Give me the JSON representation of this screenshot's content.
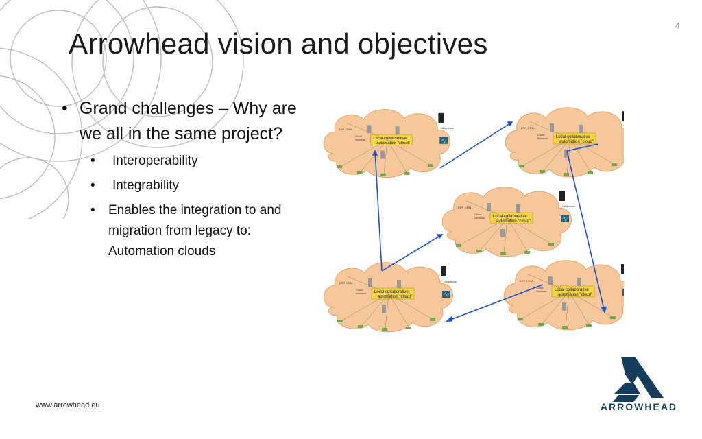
{
  "slide": {
    "page_number": "4",
    "title": "Arrowhead vision and objectives",
    "bullets": {
      "main": "Grand challenges – Why are we all in the same project?",
      "sub1": "Interoperability",
      "sub2": "Integrability",
      "sub3": "Enables the integration to and migration from legacy to: Automation clouds"
    },
    "footer_url": "www.arrowhead.eu",
    "logo_text": "ARROWHEAD"
  },
  "diagram": {
    "cloud_label": "Local collaborative automation \"cloud\"",
    "icons": [
      "cloud-icon",
      "server-icon",
      "mobile-phone-icon",
      "monitor-icon",
      "arrow-icon"
    ]
  },
  "colors": {
    "cloud_fill": "#f6c79a",
    "arrow": "#1f4fd0",
    "logo": "#163d5c",
    "label_box": "#f3d34a"
  }
}
